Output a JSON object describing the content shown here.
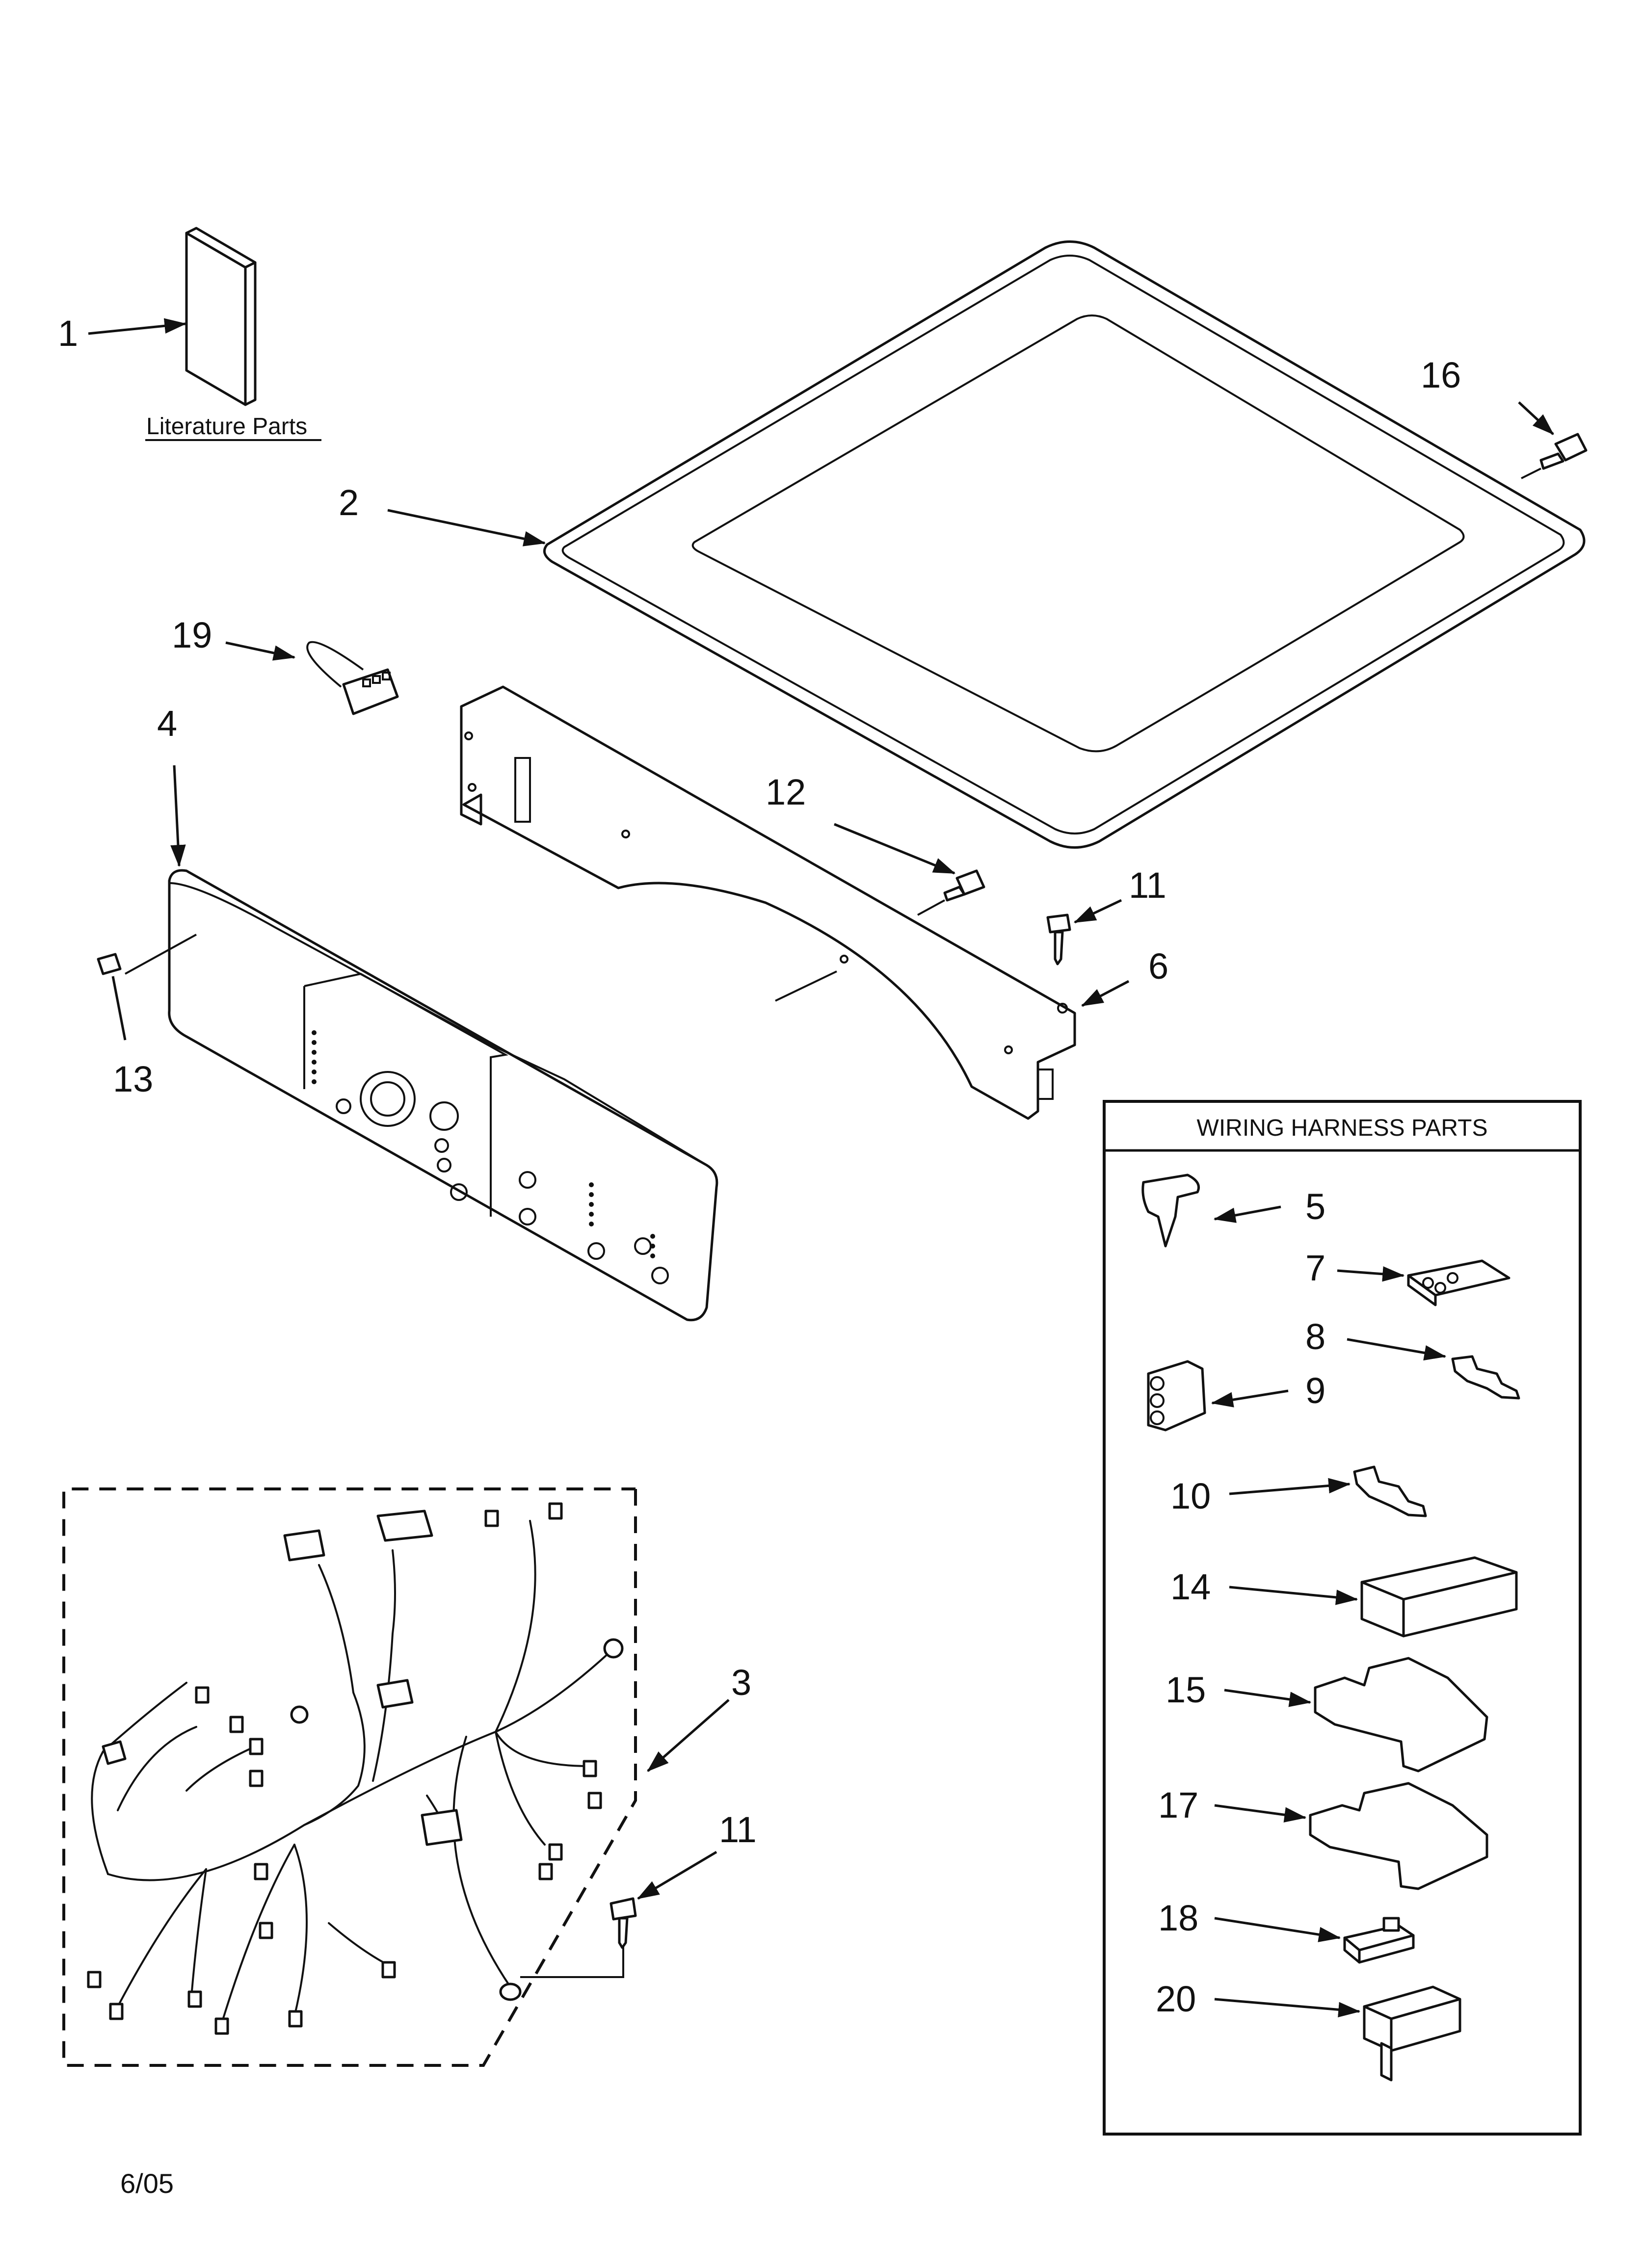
{
  "callouts": {
    "c1": "1",
    "c2": "2",
    "c3": "3",
    "c4": "4",
    "c5": "5",
    "c6": "6",
    "c7": "7",
    "c8": "8",
    "c9": "9",
    "c10": "10",
    "c11a": "11",
    "c11b": "11",
    "c12": "12",
    "c13": "13",
    "c14": "14",
    "c15": "15",
    "c16": "16",
    "c17": "17",
    "c18": "18",
    "c19": "19",
    "c20": "20"
  },
  "literature_label": "Literature Parts",
  "wiring_box_title": "WIRING HARNESS PARTS",
  "date_code": "6/05"
}
